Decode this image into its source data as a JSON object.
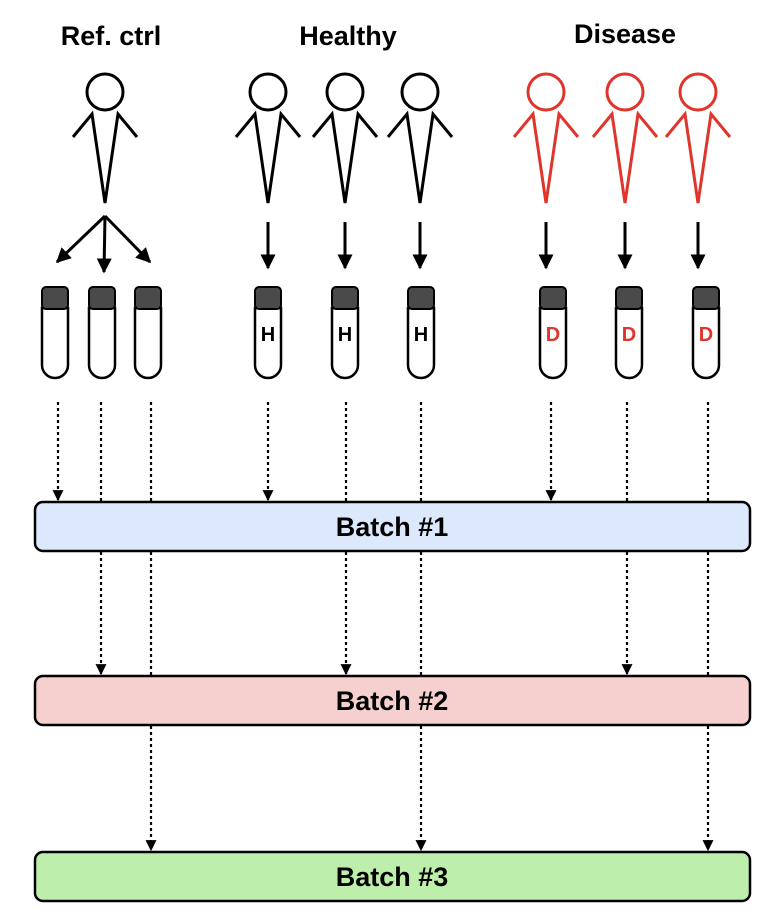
{
  "groups": [
    {
      "id": "ref",
      "label": "Ref. ctrl",
      "color": "#000000"
    },
    {
      "id": "healthy",
      "label": "Healthy",
      "color": "#000000"
    },
    {
      "id": "disease",
      "label": "Disease",
      "color": "#e0352b"
    }
  ],
  "tube_letters": {
    "healthy": "H",
    "disease": "D"
  },
  "batches": [
    {
      "label": "Batch #1",
      "fill": "#dce8fb"
    },
    {
      "label": "Batch #2",
      "fill": "#f5d0ce"
    },
    {
      "label": "Batch #3",
      "fill": "#bdeeab"
    }
  ],
  "colors": {
    "stroke": "#000000",
    "disease": "#e0352b",
    "tube_cap": "#4a4a4a"
  }
}
